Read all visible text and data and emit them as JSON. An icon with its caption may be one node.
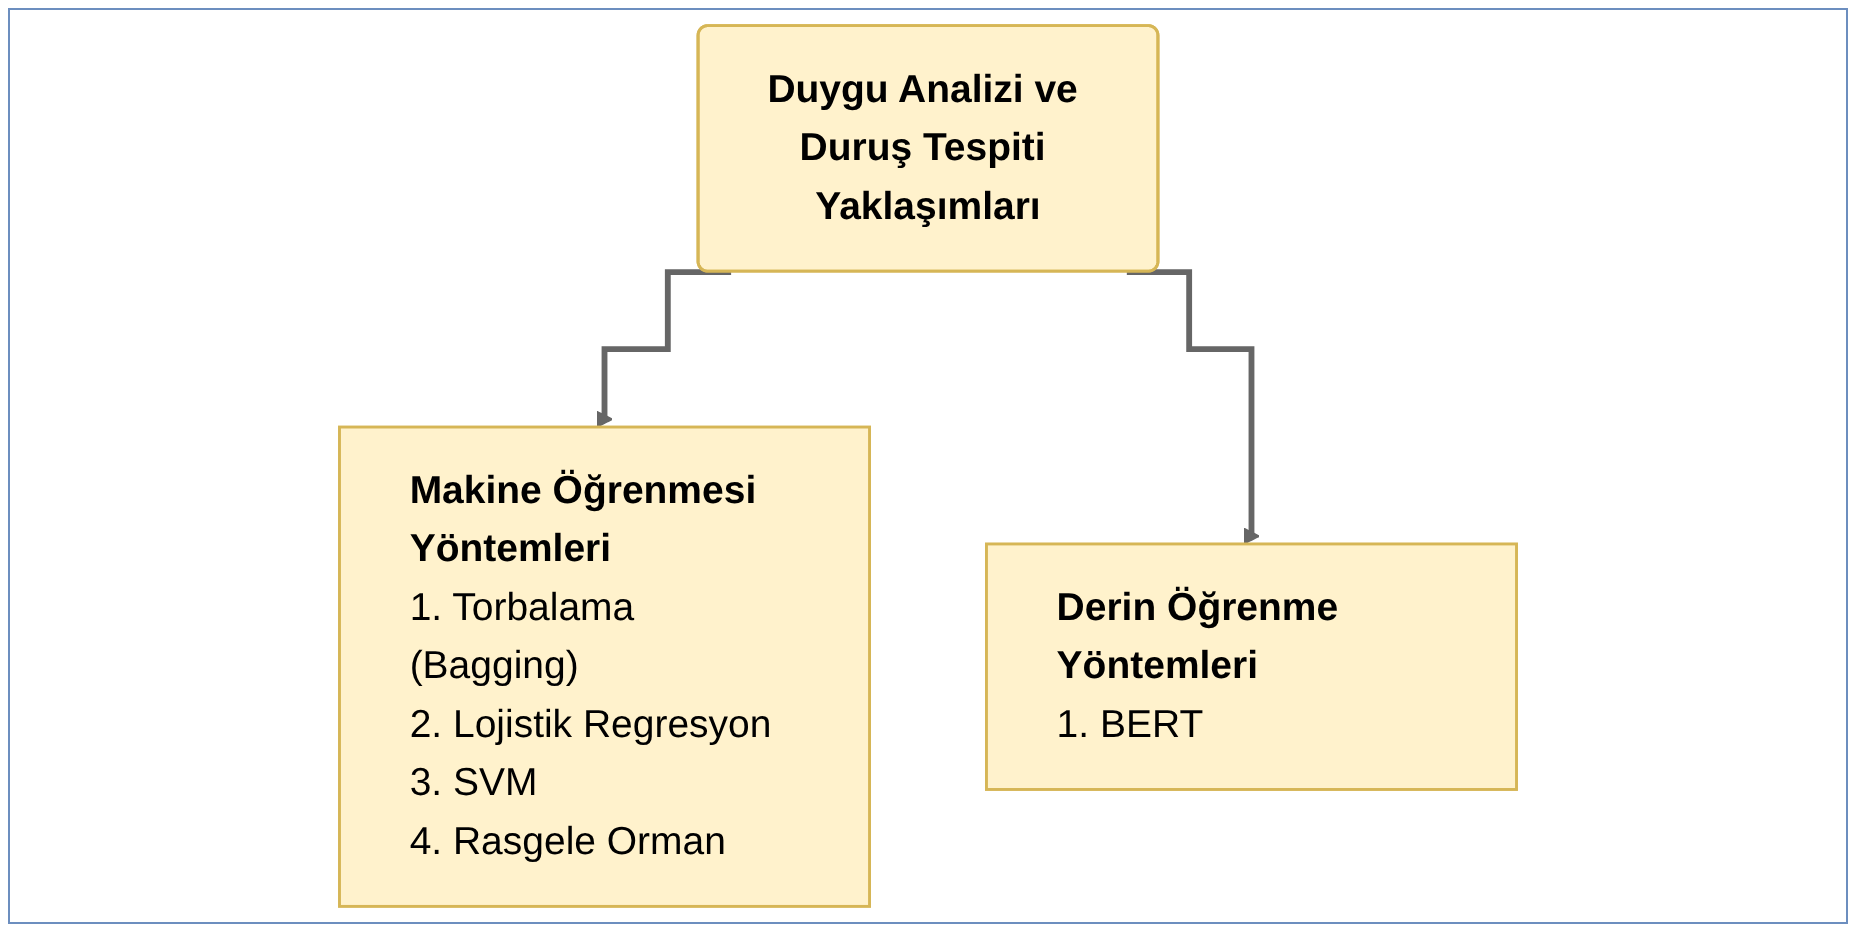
{
  "diagram": {
    "nodes": [
      {
        "text": [
          "Duygu Analizi ve Duruş Tespiti Yaklaşımları"
        ]
      },
      {
        "text": [
          "Makine Öğrenmesi Yöntemleri",
          "1. Torbalama (Bagging)",
          "2. Lojistik Regresyon",
          "3. SVM",
          "4. Rasgele Orman"
        ]
      },
      {
        "text": [
          "Derin Öğrenme Yöntemleri",
          "1. BERT"
        ]
      }
    ],
    "edges": [
      {
        "from": 0,
        "to": 1,
        "arrow": "to"
      },
      {
        "from": 0,
        "to": 2,
        "arrow": "to"
      }
    ]
  }
}
